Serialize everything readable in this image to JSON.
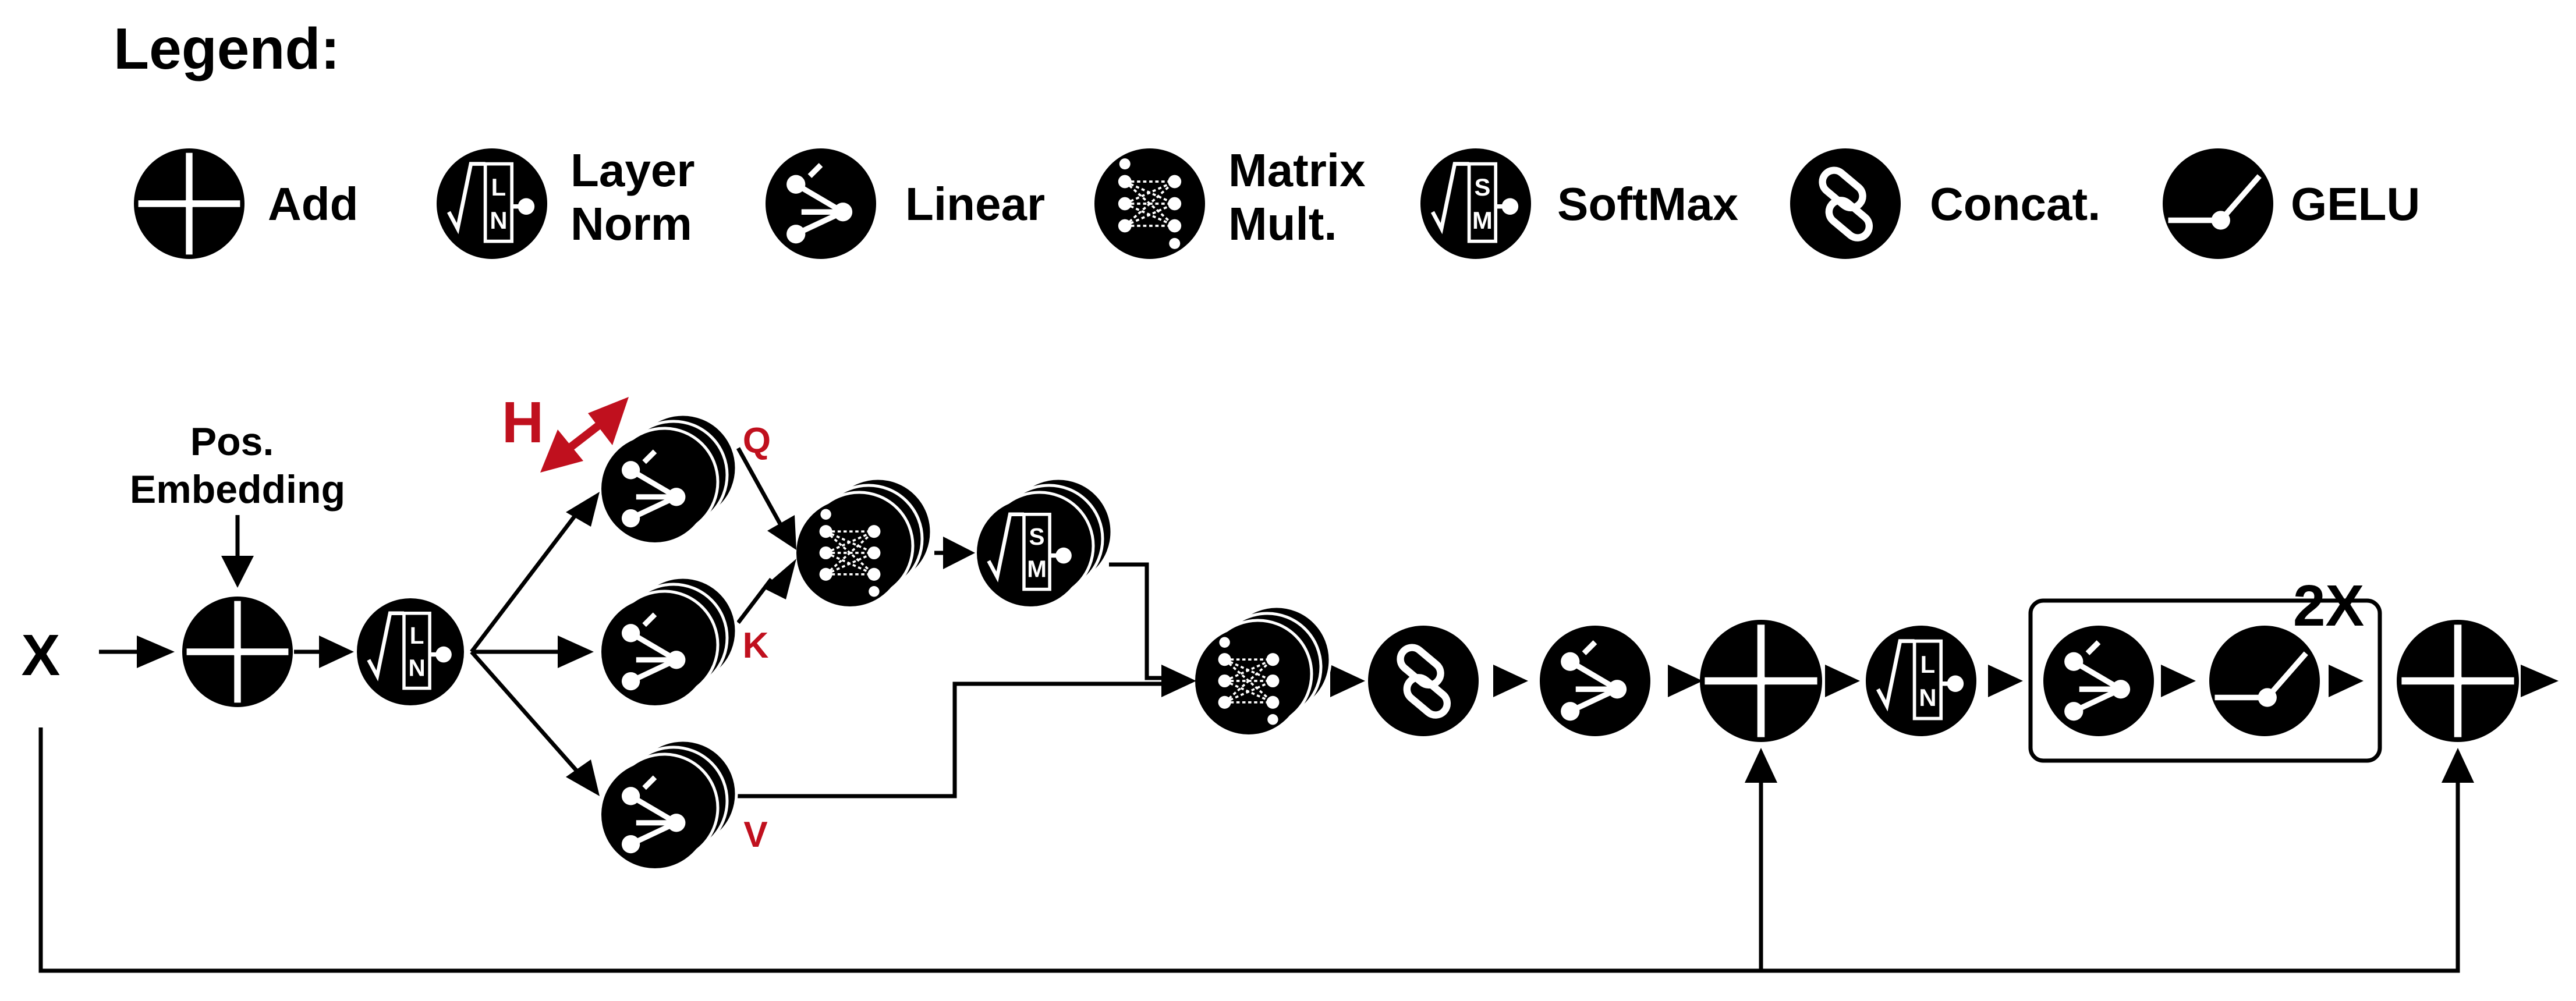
{
  "legend": {
    "title": "Legend:",
    "items": [
      {
        "icon": "add-icon",
        "label_lines": [
          "Add"
        ]
      },
      {
        "icon": "layer-norm-icon",
        "label_lines": [
          "Layer",
          "Norm"
        ]
      },
      {
        "icon": "linear-icon",
        "label_lines": [
          "Linear"
        ]
      },
      {
        "icon": "matrix-mult-icon",
        "label_lines": [
          "Matrix",
          "Mult."
        ]
      },
      {
        "icon": "softmax-icon",
        "label_lines": [
          "SoftMax"
        ]
      },
      {
        "icon": "concat-icon",
        "label_lines": [
          "Concat."
        ]
      },
      {
        "icon": "gelu-icon",
        "label_lines": [
          "GELU"
        ]
      }
    ]
  },
  "flow": {
    "input_label": "X",
    "pos_embedding_lines": [
      "Pos.",
      "Embedding"
    ],
    "heads_label": "H",
    "q_label": "Q",
    "k_label": "K",
    "v_label": "V",
    "repeat_label": "2X"
  },
  "colors": {
    "ink": "#000000",
    "accent_red": "#c0101e",
    "background": "#ffffff"
  }
}
